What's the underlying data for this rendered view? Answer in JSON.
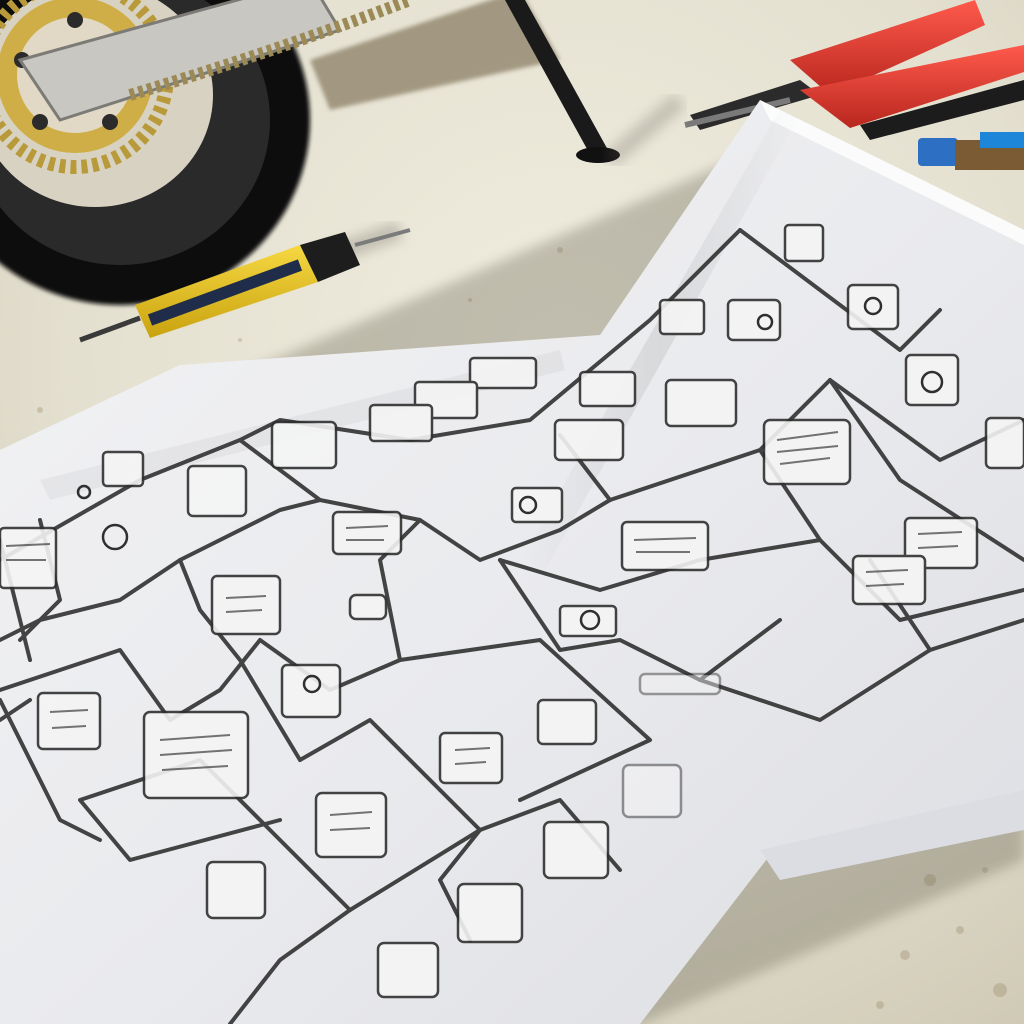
{
  "scene": {
    "subjects": [
      "motorcycle-rear-wheel",
      "kickstand",
      "pliers",
      "screwdriver",
      "wire-connector",
      "wiring-diagram-sheet"
    ]
  },
  "colors": {
    "table": "#e6e2d3",
    "paper": "#eeeff1",
    "ink": "#262626",
    "tire": "#161616",
    "sprocket": "#c9a13a",
    "screwdriver_handle": "#e9c21a",
    "pliers_handle": "#e0352e"
  },
  "diagram": {
    "component_symbols": 44,
    "legible_text": []
  }
}
